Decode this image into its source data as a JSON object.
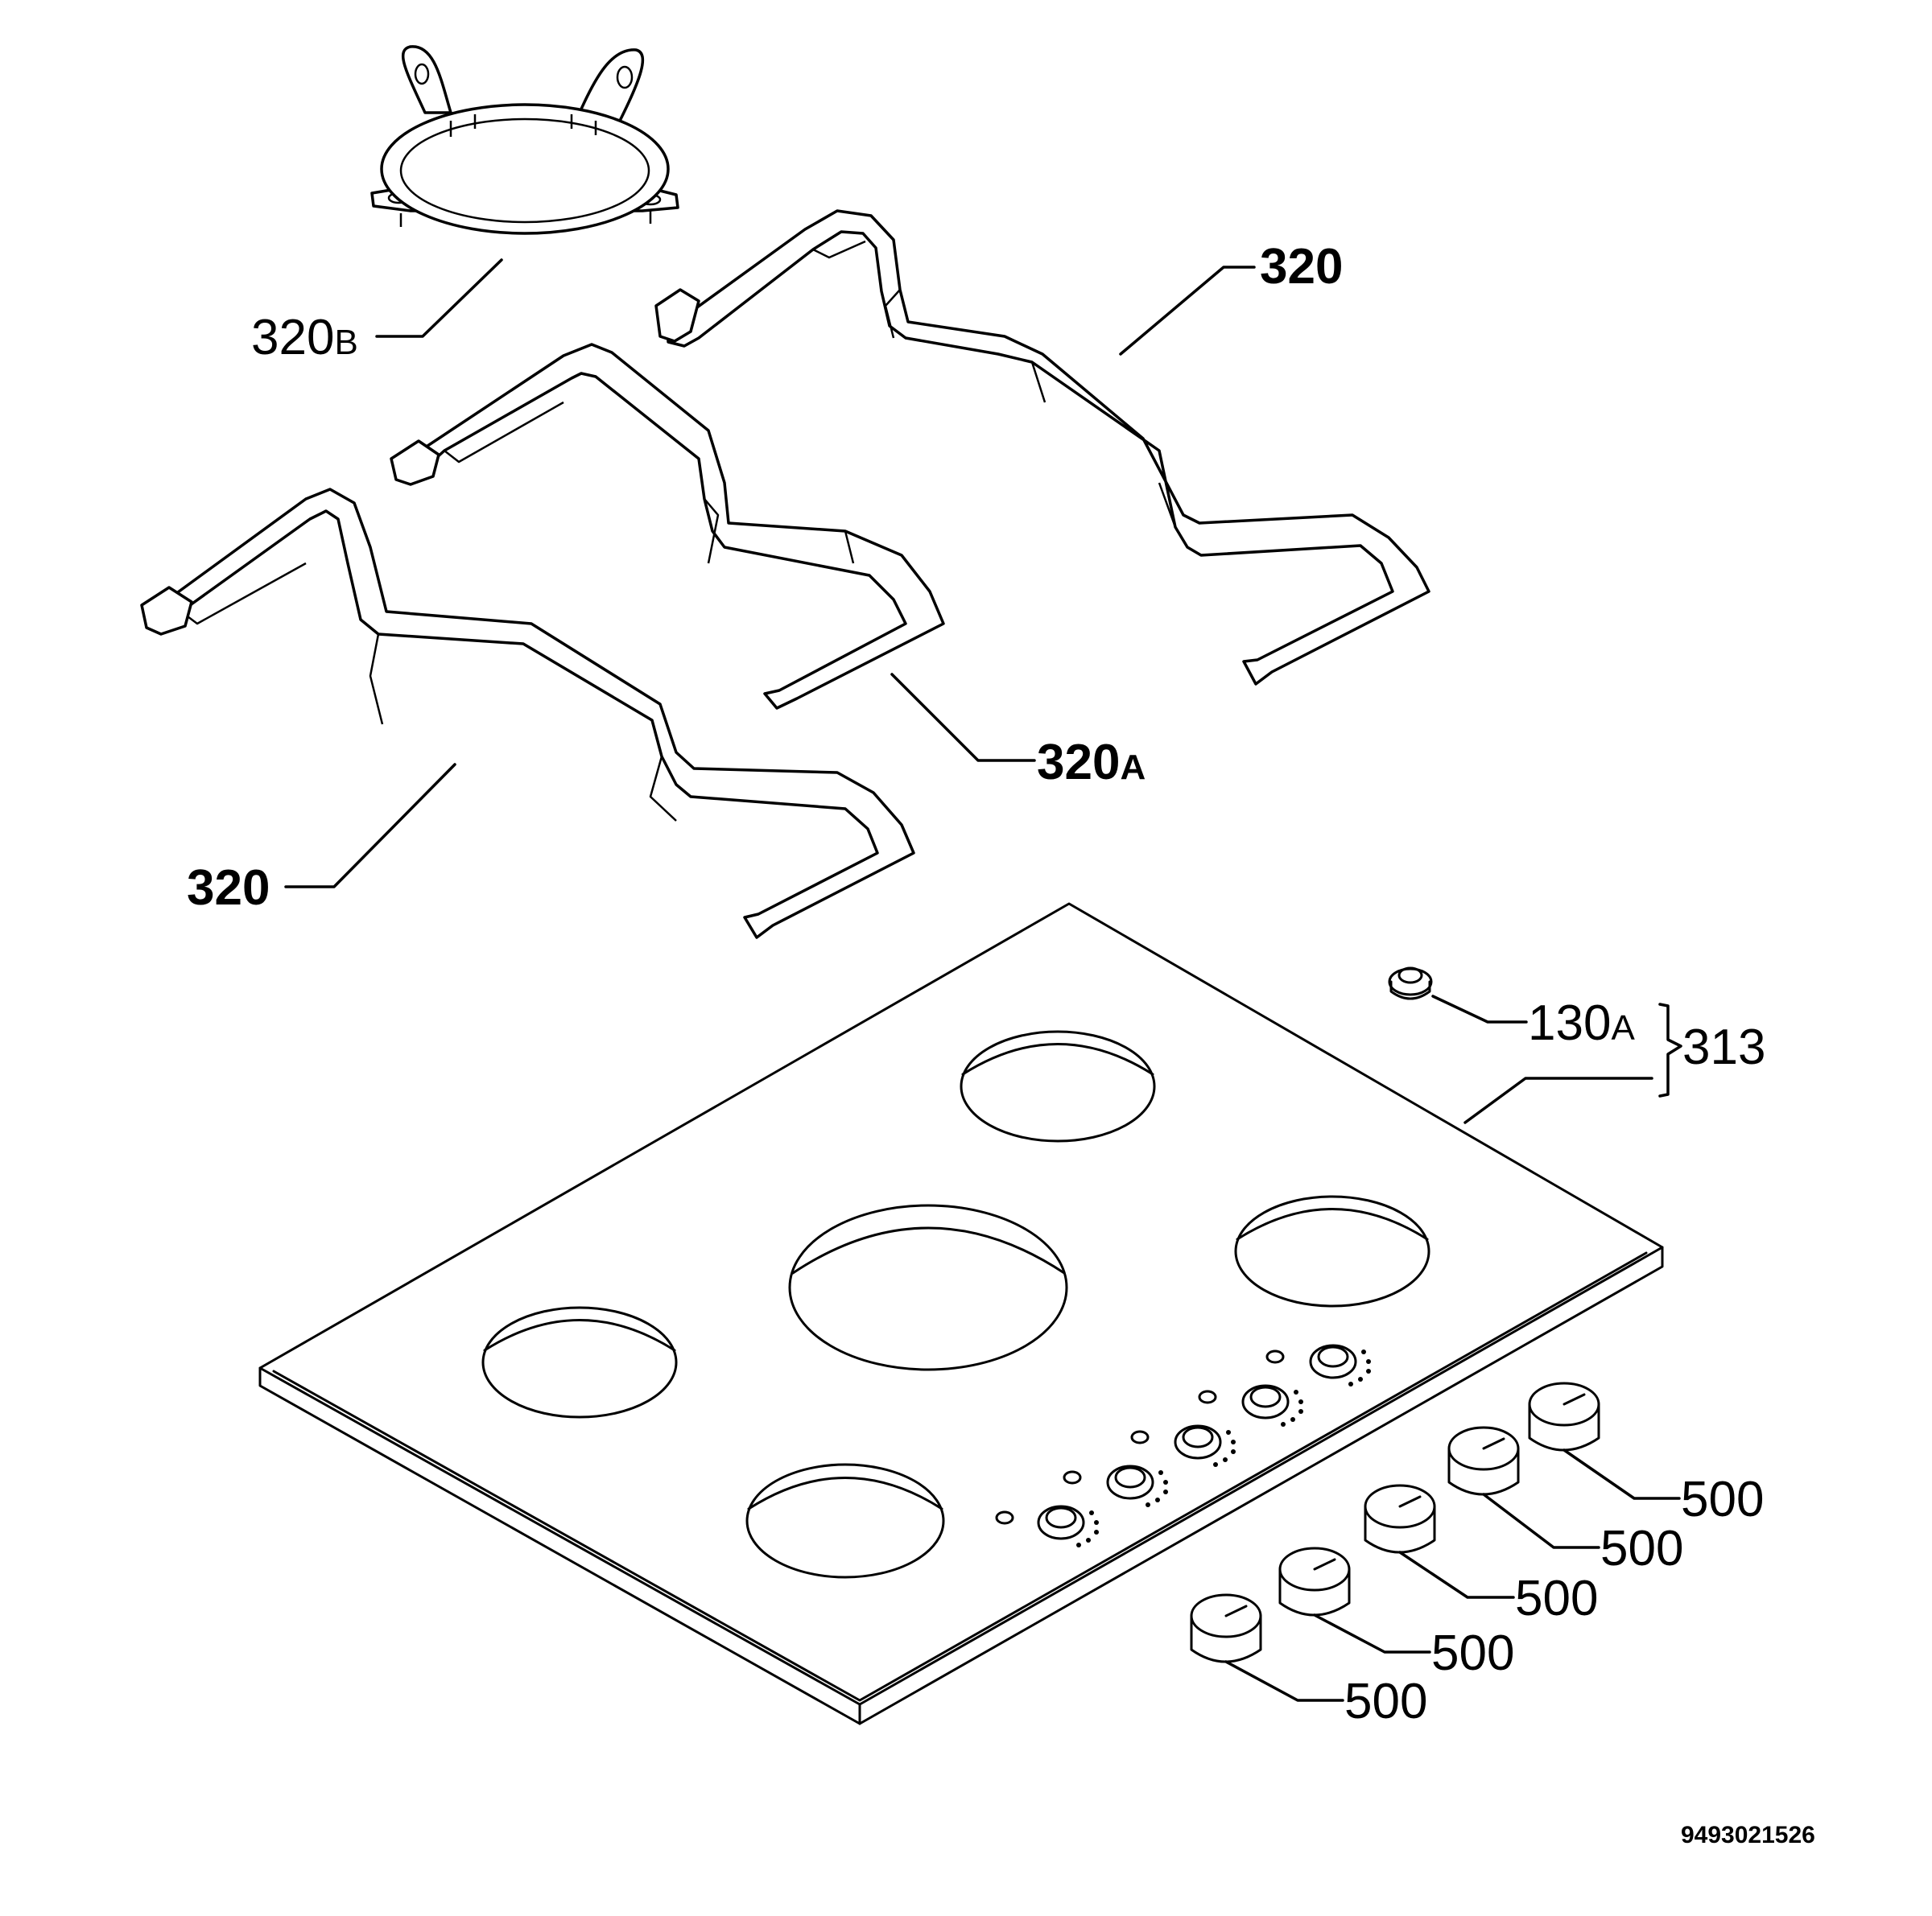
{
  "labels": {
    "support_ring": {
      "num": "320",
      "suffix": "B"
    },
    "rack_right": {
      "num": "320"
    },
    "rack_middle": {
      "num": "320",
      "suffix": "A"
    },
    "rack_left": {
      "num": "320"
    },
    "bung": {
      "num": "130",
      "suffix": "A"
    },
    "hob_assembly": {
      "num": "313"
    },
    "knobs": [
      {
        "num": "500"
      },
      {
        "num": "500"
      },
      {
        "num": "500"
      },
      {
        "num": "500"
      },
      {
        "num": "500"
      }
    ]
  },
  "document_number": "9493021526"
}
